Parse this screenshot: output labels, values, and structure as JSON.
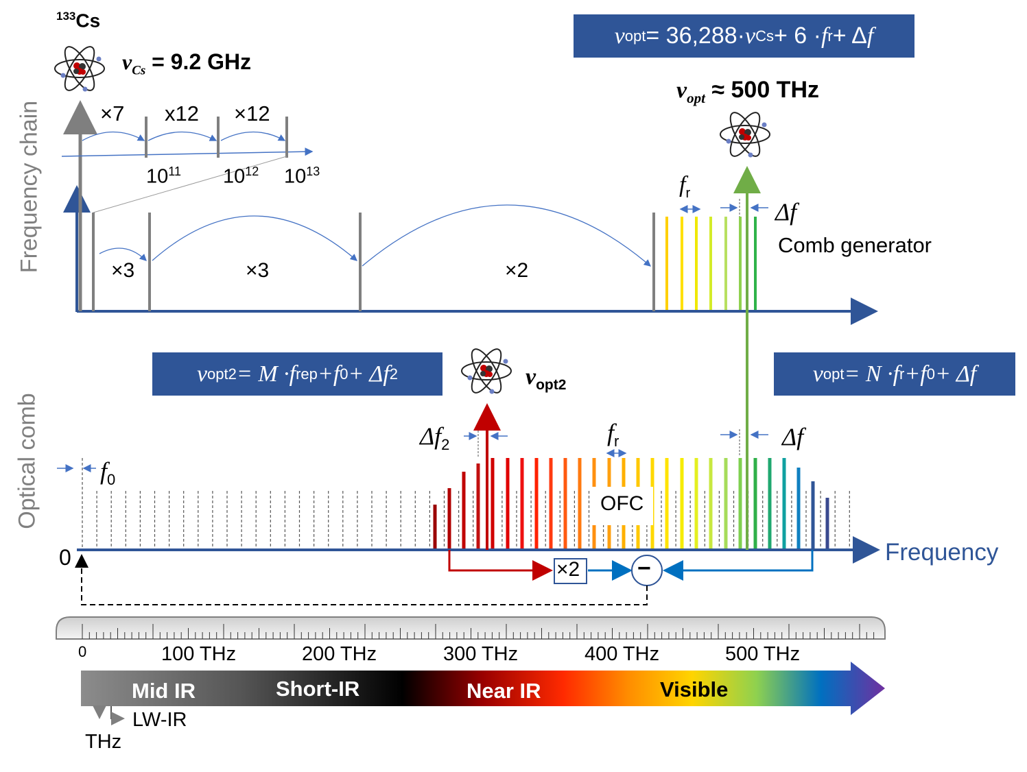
{
  "cs": {
    "isotope": "133",
    "element": "Cs",
    "nu_symbol": "ν",
    "nu_sub": "Cs",
    "value": "= 9.2 GHz"
  },
  "formula_top": {
    "lhs": "ν",
    "lhs_sub": "opt",
    "eq": " = 36,288·",
    "nu": "ν",
    "nu_sub": "Cs",
    "rest": " + 6 ·",
    "fr": "f",
    "fr_sub": "r",
    "plus": "+ Δ",
    "f": "f"
  },
  "nu_opt_top": {
    "symbol": "ν",
    "sub": "opt",
    "value": "≈ 500 THz"
  },
  "chain": {
    "axis_label": "Frequency chain",
    "multipliers_small": [
      "×7",
      "x12",
      "×12"
    ],
    "decades": [
      {
        "base": "10",
        "exp": "11"
      },
      {
        "base": "10",
        "exp": "12"
      },
      {
        "base": "10",
        "exp": "13"
      }
    ],
    "multipliers_big": [
      "×3",
      "×3",
      "×2"
    ],
    "fr_label": "f",
    "fr_sub": "r",
    "df_label": "Δf",
    "comb_generator": "Comb generator"
  },
  "formula_opt2": {
    "lhs": "ν",
    "lhs_sub": "opt2",
    "eq": " = M ·",
    "f": "f",
    "f_sub": "rep",
    "plus1": " + ",
    "f0": "f",
    "f0_sub": "0",
    "plus2": " + Δ",
    "df": "f",
    "df_sub": "2"
  },
  "nu_opt2": {
    "symbol": "ν",
    "sub": "opt2"
  },
  "formula_opt": {
    "lhs": "ν",
    "lhs_sub": "opt",
    "eq": " = N ·",
    "f": "f",
    "f_sub": "r",
    "plus1": " + ",
    "f0": "f",
    "f0_sub": "0",
    "plus2": " + Δ",
    "df": "f"
  },
  "comb": {
    "axis_label": "Optical comb",
    "f0": "f",
    "f0_sub": "0",
    "df2": "Δf",
    "df2_sub": "2",
    "fr": "f",
    "fr_sub": "r",
    "df": "Δf",
    "ofc": "OFC",
    "zero": "0",
    "frequency": "Frequency",
    "times2": "×2",
    "minus": "−"
  },
  "ruler": {
    "zero": "0",
    "ticks": [
      "100 THz",
      "200 THz",
      "300 THz",
      "400 THz",
      "500 THz"
    ]
  },
  "spectrum": {
    "bands": [
      "Mid IR",
      "Short-IR",
      "Near IR",
      "Visible"
    ],
    "sub_labels": [
      "LW-IR",
      "THz"
    ]
  },
  "colors": {
    "box_blue": "#2f5597",
    "axis_blue": "#2f5597",
    "arrow_blue": "#4472c4",
    "gray": "#7f7f7f",
    "green": "#70ad47",
    "red": "#c00000",
    "feedback_blue": "#0070c0"
  }
}
